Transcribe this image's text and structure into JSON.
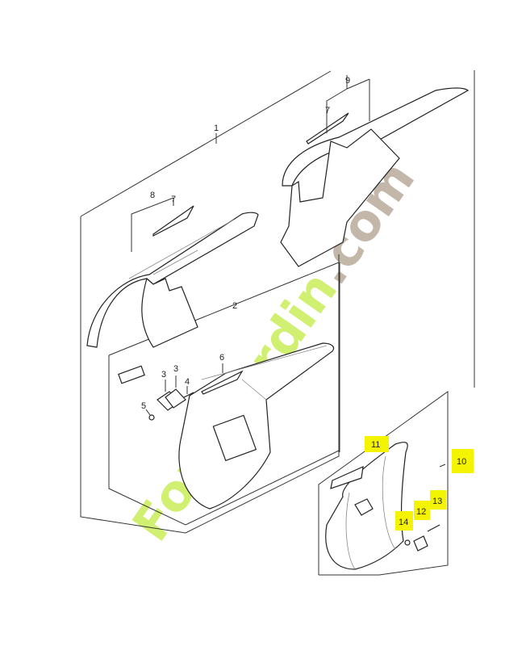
{
  "diagram": {
    "labels": {
      "p1": "1",
      "p2": "2",
      "p3a": "3",
      "p3b": "3",
      "p4": "4",
      "p5": "5",
      "p6": "6",
      "p7a": "7",
      "p7b": "7",
      "p8": "8",
      "p9": "9",
      "p10": "10",
      "p11": "11",
      "p12": "12",
      "p13": "13",
      "p14": "14"
    },
    "highlighted_labels": [
      "10",
      "11",
      "12",
      "13",
      "14"
    ],
    "highlight_color": "#f4f400"
  },
  "watermark": {
    "green_text": "Foretjardin",
    "grey_text": ".com"
  }
}
